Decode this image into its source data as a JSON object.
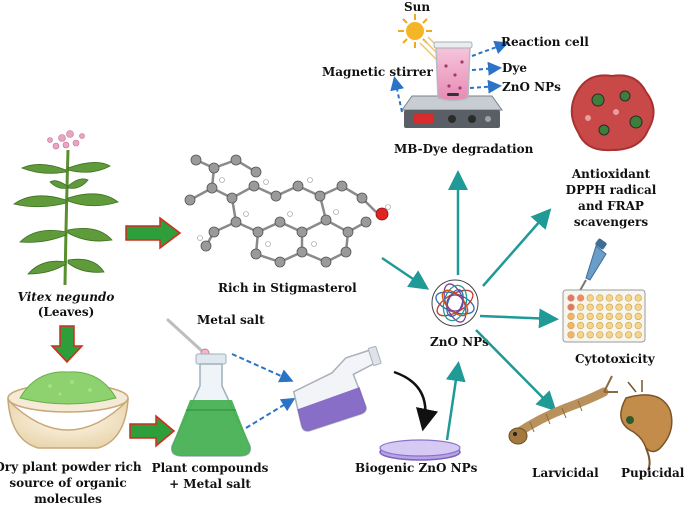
{
  "labels": {
    "sun": "Sun",
    "reaction_cell": "Reaction cell",
    "magnetic_stirrer": "Magnetic stirrer",
    "dye": "Dye",
    "zno_nps_top": "ZnO NPs",
    "mb_dye": "MB-Dye degradation",
    "antioxidant_1": "Antioxidant",
    "antioxidant_2": "DPPH radical",
    "antioxidant_3": "and FRAP",
    "antioxidant_4": "scavengers",
    "stigmasterol": "Rich in Stigmasterol",
    "plant_name": "Vitex negundo",
    "plant_part": "(Leaves)",
    "metal_salt": "Metal salt",
    "zno_center": "ZnO NPs",
    "cytotoxicity": "Cytotoxicity",
    "powder_1": "Dry plant powder rich",
    "powder_2": "source of organic",
    "powder_3": "molecules",
    "flask_1": "Plant compounds",
    "flask_2": "+ Metal salt",
    "biogenic": "Biogenic ZnO NPs",
    "larvicidal": "Larvicidal",
    "pupicidal": "Pupicidal"
  },
  "colors": {
    "teal_arrow": "#1f9a96",
    "blue_dash": "#2a73c6",
    "green_arrow": "#2e9e3a",
    "red_outline": "#d42a1f"
  }
}
